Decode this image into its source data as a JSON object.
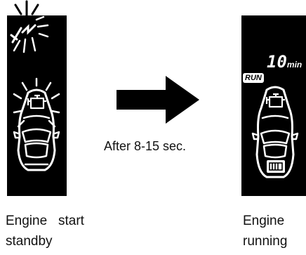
{
  "panels": {
    "standby": {
      "caption_line1": "Engine   start",
      "caption_line2": "standby"
    },
    "running": {
      "caption_line1": "Engine",
      "caption_line2": "running",
      "timer_digits": "10",
      "timer_unit": "min",
      "run_badge": "RUN"
    }
  },
  "transition": {
    "label": "After 8-15 sec."
  },
  "colors": {
    "lcd_background": "#000000",
    "lcd_segments": "#ffffff",
    "arrow": "#000000"
  },
  "icons": [
    "remote-signal-icon",
    "car-top-view-icon",
    "engine-icon",
    "rear-defroster-icon",
    "right-arrow-icon"
  ]
}
